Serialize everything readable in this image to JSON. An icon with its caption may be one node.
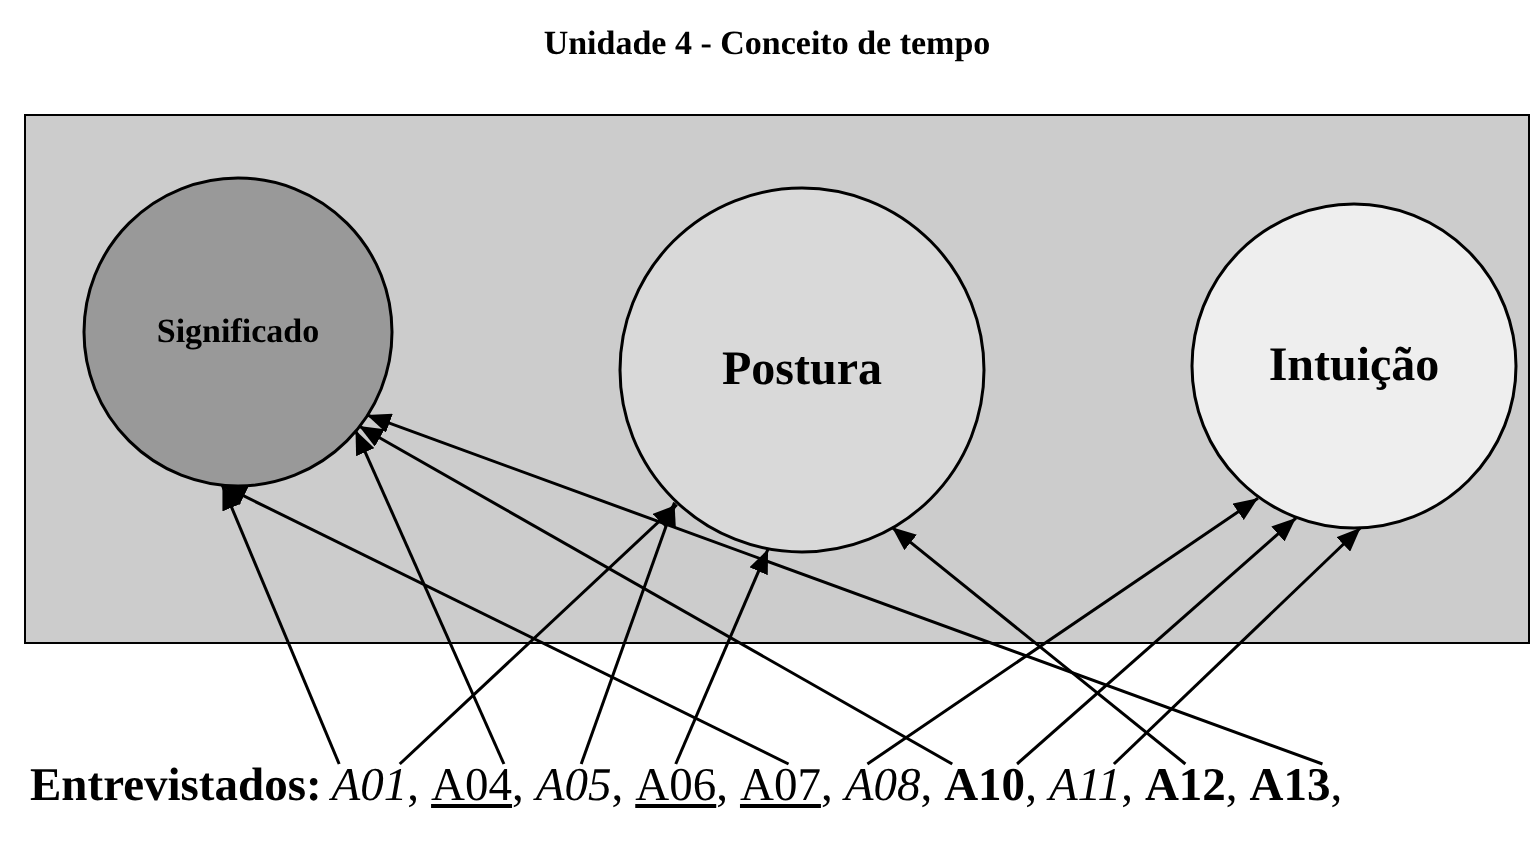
{
  "diagram": {
    "title": "Unidade 4 - Conceito de tempo",
    "nodes": [
      {
        "text": [],
        "shape": "box"
      },
      {
        "text": [
          "Significado"
        ],
        "in": 0
      },
      {
        "text": [
          "Postura"
        ],
        "in": 0
      },
      {
        "text": [
          "Intuição"
        ],
        "in": 0
      },
      {
        "text": [
          "*A01*"
        ]
      },
      {
        "text": [
          "A04"
        ]
      },
      {
        "text": [
          "*A05*"
        ]
      },
      {
        "text": [
          "A06"
        ]
      },
      {
        "text": [
          "A07"
        ]
      },
      {
        "text": [
          "*A08*"
        ]
      },
      {
        "text": [
          "**A10**"
        ]
      },
      {
        "text": [
          "*A11*"
        ]
      },
      {
        "text": [
          "**A12**"
        ]
      },
      {
        "text": [
          "**A13**"
        ]
      }
    ],
    "edges": [
      {
        "from": 4,
        "to": 1,
        "arrow": "to"
      },
      {
        "from": 4,
        "to": 2,
        "arrow": "to"
      },
      {
        "from": 5,
        "to": 1,
        "arrow": "to"
      },
      {
        "from": 6,
        "to": 2,
        "arrow": "to"
      },
      {
        "from": 7,
        "to": 2,
        "arrow": "to"
      },
      {
        "from": 8,
        "to": 1,
        "arrow": "to"
      },
      {
        "from": 9,
        "to": 3,
        "arrow": "to"
      },
      {
        "from": 10,
        "to": 1,
        "arrow": "to"
      },
      {
        "from": 10,
        "to": 3,
        "arrow": "to"
      },
      {
        "from": 11,
        "to": 3,
        "arrow": "to"
      },
      {
        "from": 12,
        "to": 2,
        "arrow": "to"
      },
      {
        "from": 13,
        "to": 1,
        "arrow": "to"
      }
    ],
    "labels": [
      "Entrevistados:",
      ",",
      ",",
      ",",
      ",",
      ",",
      ",",
      ",",
      ",",
      ",",
      ","
    ]
  }
}
